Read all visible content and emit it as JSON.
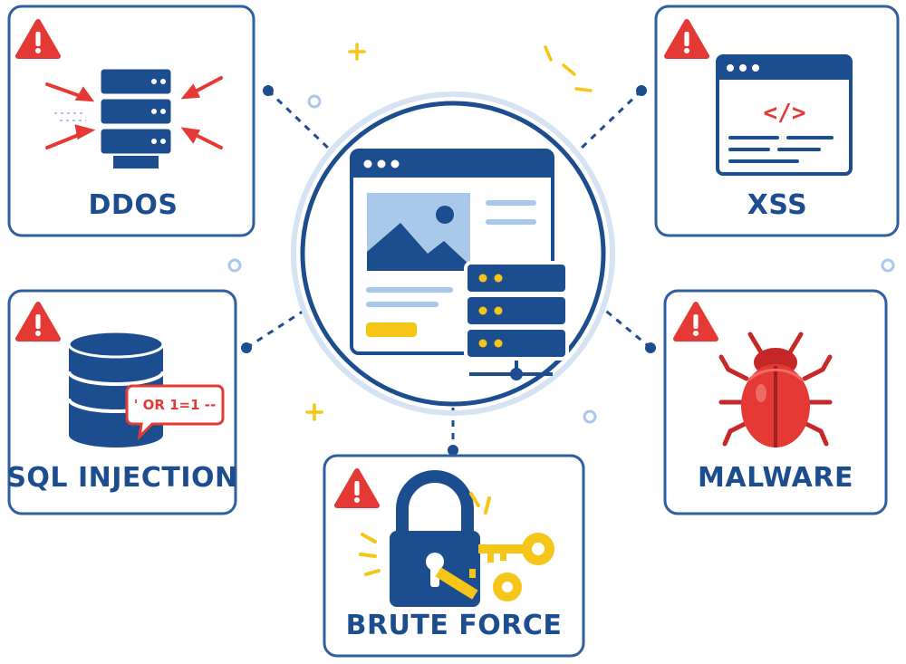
{
  "threats": {
    "ddos": {
      "label": "DDOS"
    },
    "xss": {
      "label": "XSS",
      "code_symbol": "</>"
    },
    "sql_injection": {
      "label": "SQL INJECTION",
      "payload": "' OR 1=1 --"
    },
    "malware": {
      "label": "MALWARE"
    },
    "brute_force": {
      "label": "BRUTE FORCE"
    }
  },
  "colors": {
    "navy": "#1c4d8f",
    "card_border": "#2e5f9e",
    "alert_red": "#e53935",
    "accent_yellow": "#f5c518",
    "light_blue": "#a9c8ea",
    "ring": "#d5e3f3"
  },
  "icons": {
    "warning": "warning-triangle-icon",
    "ddos": "server-under-attack-icon",
    "xss": "browser-code-window-icon",
    "sql": "database-icon",
    "malware": "bug-icon",
    "brute_force": "padlock-with-keys-icon",
    "center": "web-application-server-icon"
  }
}
